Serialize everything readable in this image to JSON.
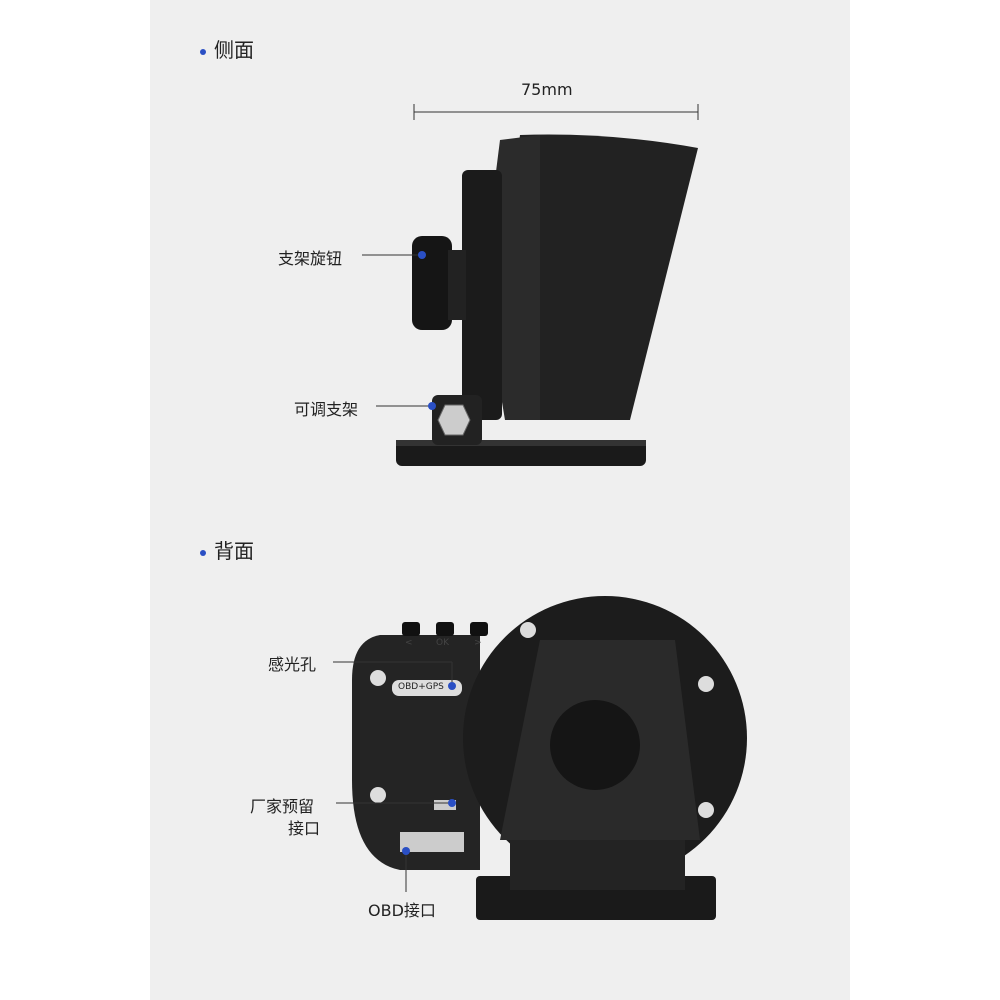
{
  "sections": {
    "side": {
      "title": "侧面",
      "dimension": "75mm",
      "labels": {
        "knob": "支架旋钮",
        "bracket": "可调支架"
      }
    },
    "back": {
      "title": "背面",
      "labels": {
        "light_sensor": "感光孔",
        "reserved_port_line1": "厂家预留",
        "reserved_port_line2": "接口",
        "obd_port": "OBD接口"
      },
      "device_text": {
        "sticker": "OBD+GPS",
        "btn_left": "<",
        "btn_ok": "OK",
        "btn_right": ">"
      }
    }
  },
  "colors": {
    "accent_dot": "#2a4fc4",
    "background": "#efefef",
    "device": "#1e1e1e"
  }
}
